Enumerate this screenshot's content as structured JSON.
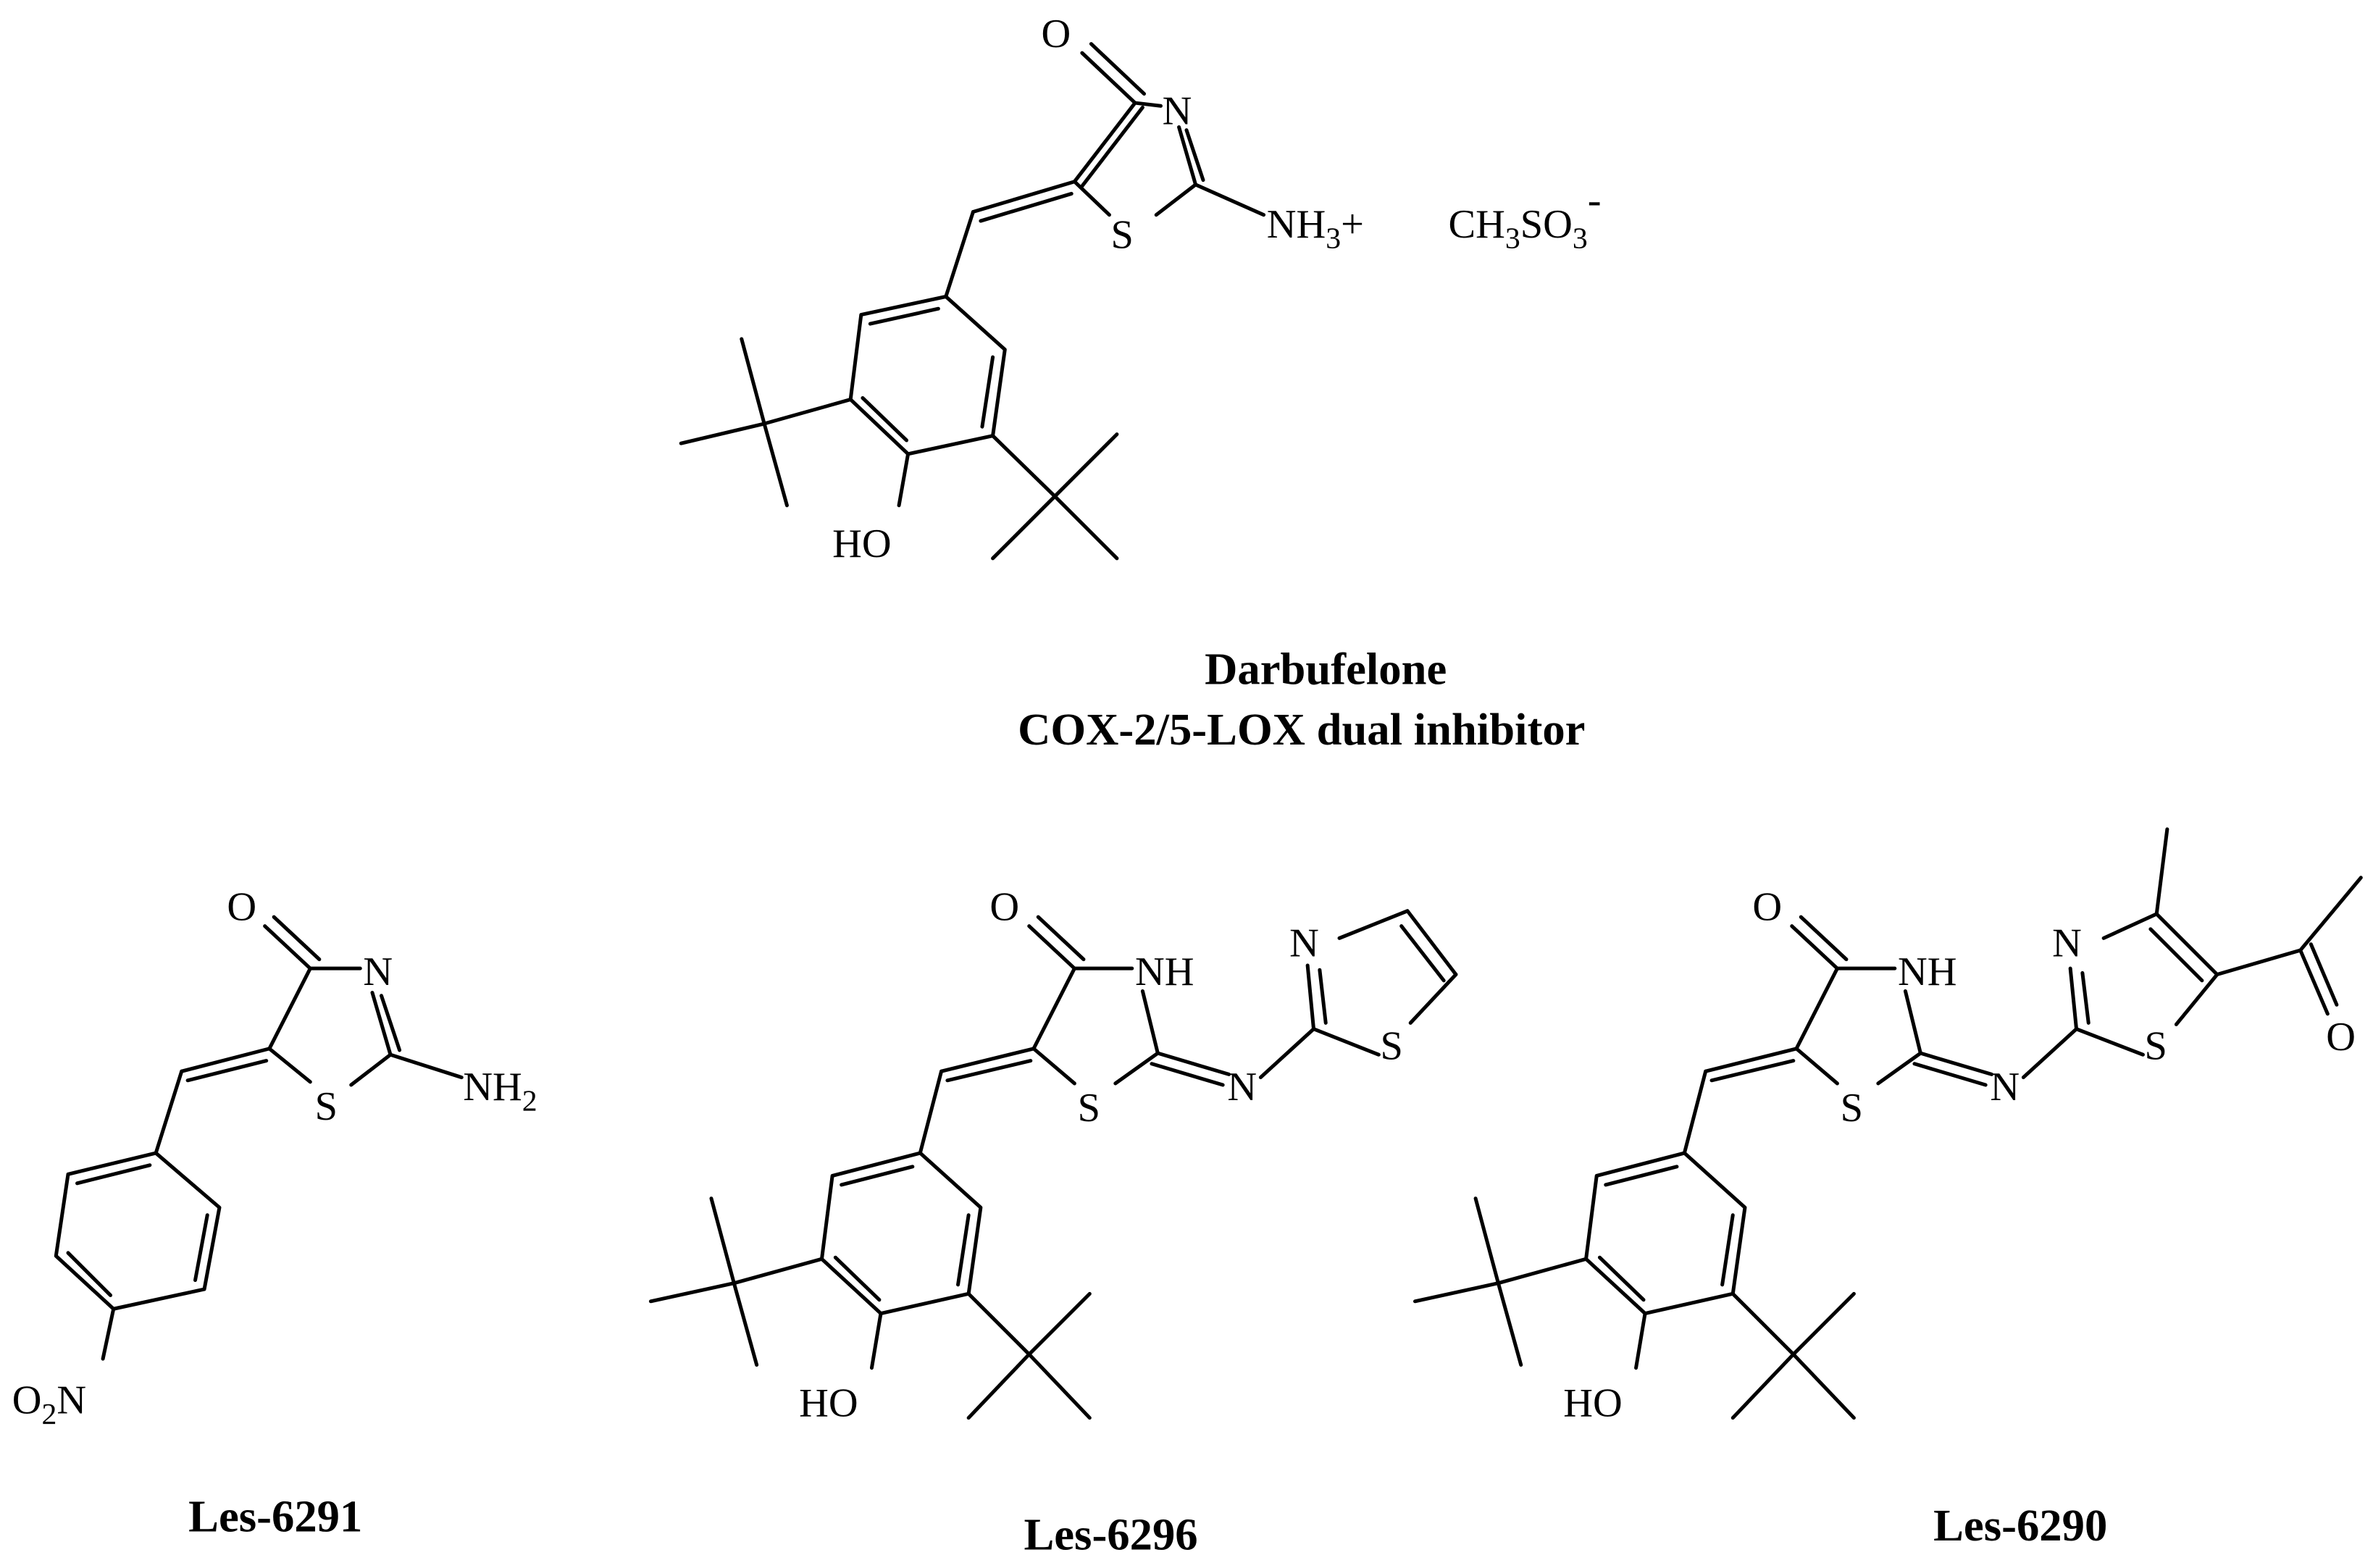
{
  "darbufelone": {
    "name": "Darbufelone",
    "description": "COX-2/5-LOX dual inhibitor",
    "atoms": {
      "carbonyl_o": "O",
      "ring_n": "N",
      "ring_s": "S",
      "amine": "NH",
      "amine_sub": "3",
      "amine_charge": "+",
      "hydroxyl": "HO"
    },
    "counterion": {
      "ch": "CH",
      "ch_sub": "3",
      "so": "SO",
      "so_sub": "3",
      "charge": "-"
    }
  },
  "les6291": {
    "name": "Les-6291",
    "atoms": {
      "carbonyl_o": "O",
      "ring_n": "N",
      "ring_s": "S",
      "amine": "NH",
      "amine_sub": "2",
      "nitro_o": "O",
      "nitro_sub": "2",
      "nitro_n": "N"
    }
  },
  "les6296": {
    "name": "Les-6296",
    "atoms": {
      "carbonyl_o": "O",
      "ring_nh": "NH",
      "ring_s": "S",
      "imine_n": "N",
      "thiazole_n": "N",
      "thiazole_s": "S",
      "hydroxyl": "HO"
    }
  },
  "les6290": {
    "name": "Les-6290",
    "atoms": {
      "carbonyl_o": "O",
      "ring_nh": "NH",
      "ring_s": "S",
      "imine_n": "N",
      "thiazole_n": "N",
      "thiazole_s": "S",
      "acetyl_o": "O",
      "hydroxyl": "HO"
    }
  }
}
